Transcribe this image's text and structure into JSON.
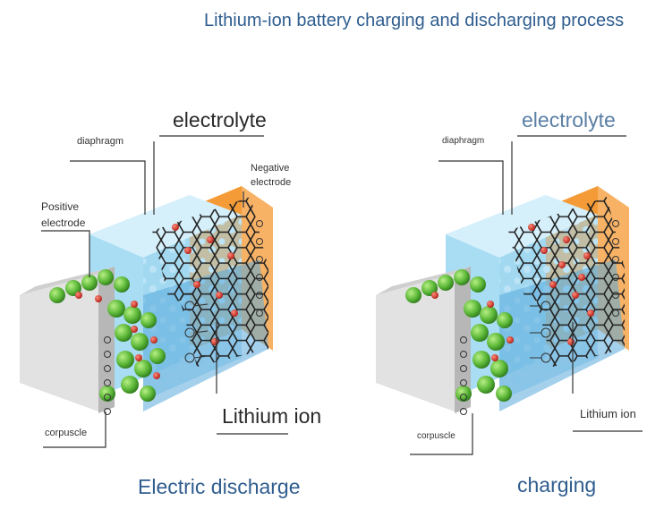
{
  "title": "Lithium-ion battery charging and discharging process",
  "colors": {
    "title_blue": "#2f5d8f",
    "cathode_gray": "#c8c8c8",
    "electrolyte_blue": "#bfe6f7",
    "anode_orange": "#f29b3a",
    "particle_green": "#6cc644",
    "ion_red": "#d0281f",
    "graphene_dark": "#2a2a2a"
  },
  "left_panel": {
    "caption": "Electric discharge",
    "labels": {
      "electrolyte": "electrolyte",
      "diaphragm": "diaphragm",
      "negative_electrode": "Negative\nelectrode",
      "positive_electrode": "Positive\nelectrode",
      "corpuscle": "corpuscle",
      "lithium_ion": "Lithium ion"
    }
  },
  "right_panel": {
    "caption": "charging",
    "labels": {
      "electrolyte": "electrolyte",
      "diaphragm": "diaphragm",
      "corpuscle": "corpuscle",
      "lithium_ion": "Lithium ion"
    }
  }
}
